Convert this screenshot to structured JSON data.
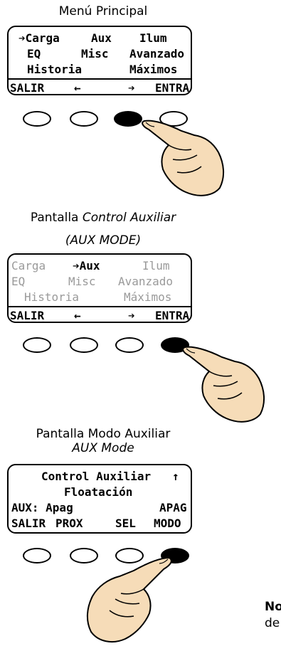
{
  "screens": [
    {
      "caption_text": "Menú Principal",
      "rows": [
        [
          "➔Carga",
          "Aux",
          "Ilum"
        ],
        [
          "EQ",
          "Misc",
          "Avanzado"
        ],
        [
          "Historia",
          "Máximos"
        ],
        [
          "SALIR",
          "←",
          "➔",
          "ENTRA"
        ]
      ],
      "pressed_button": 3
    },
    {
      "caption_prefix": "Pantalla ",
      "caption_italic": "Control Auxiliar",
      "caption_line2": "(AUX MODE)",
      "rows": [
        [
          "Carga",
          "➔Aux",
          "Ilum"
        ],
        [
          "EQ",
          "Misc",
          "Avanzado"
        ],
        [
          "Historia",
          "Máximos"
        ],
        [
          "SALIR",
          "←",
          "➔",
          "ENTRA"
        ]
      ],
      "pressed_button": 4
    },
    {
      "caption_line1": "Pantalla Modo Auxiliar",
      "caption_line2": "AUX Mode",
      "rows": [
        [
          "Control Auxiliar",
          "↑"
        ],
        [
          "Floatación"
        ],
        [
          "AUX: Apag",
          "APAG"
        ],
        [
          "SALIR",
          "PROX",
          "SEL",
          "MODO"
        ]
      ],
      "pressed_button": 4
    }
  ],
  "note": {
    "bold": "No",
    "line2": "de"
  }
}
